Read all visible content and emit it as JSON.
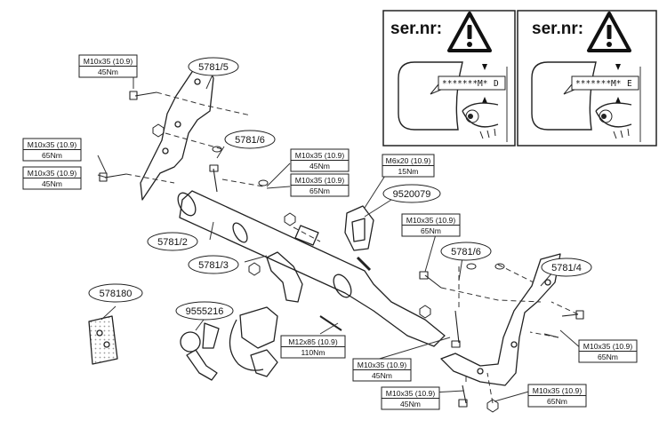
{
  "warning_panels": [
    {
      "heading": "ser.nr:",
      "serial": "*******M*",
      "suffix": "D"
    },
    {
      "heading": "ser.nr:",
      "serial": "*******M*",
      "suffix": "E"
    }
  ],
  "part_labels": [
    {
      "id": "5781_5_top",
      "text": "5781/5"
    },
    {
      "id": "5781_6_left",
      "text": "5781/6"
    },
    {
      "id": "9520079",
      "text": "9520079"
    },
    {
      "id": "5781_2",
      "text": "5781/2"
    },
    {
      "id": "5781_3",
      "text": "5781/3"
    },
    {
      "id": "5781_6_right",
      "text": "5781/6"
    },
    {
      "id": "5781_4",
      "text": "5781/4"
    },
    {
      "id": "578180",
      "text": "578180"
    },
    {
      "id": "9555216",
      "text": "9555216"
    }
  ],
  "bolt_specs": [
    {
      "bolt": "M10x35 (10.9)",
      "torque": "45Nm"
    },
    {
      "bolt": "M10x35 (10.9)",
      "torque": "65Nm"
    },
    {
      "bolt": "M10x35 (10.9)",
      "torque": "45Nm"
    },
    {
      "bolt": "M10x35 (10.9)",
      "torque": "45Nm"
    },
    {
      "bolt": "M10x35 (10.9)",
      "torque": "65Nm"
    },
    {
      "bolt": "M6x20 (10.9)",
      "torque": "15Nm"
    },
    {
      "bolt": "M10x35 (10.9)",
      "torque": "65Nm"
    },
    {
      "bolt": "M12x85 (10.9)",
      "torque": "110Nm"
    },
    {
      "bolt": "M10x35 (10.9)",
      "torque": "45Nm"
    },
    {
      "bolt": "M10x35 (10.9)",
      "torque": "65Nm"
    },
    {
      "bolt": "M10x35 (10.9)",
      "torque": "45Nm"
    },
    {
      "bolt": "M10x35 (10.9)",
      "torque": "65Nm"
    }
  ]
}
